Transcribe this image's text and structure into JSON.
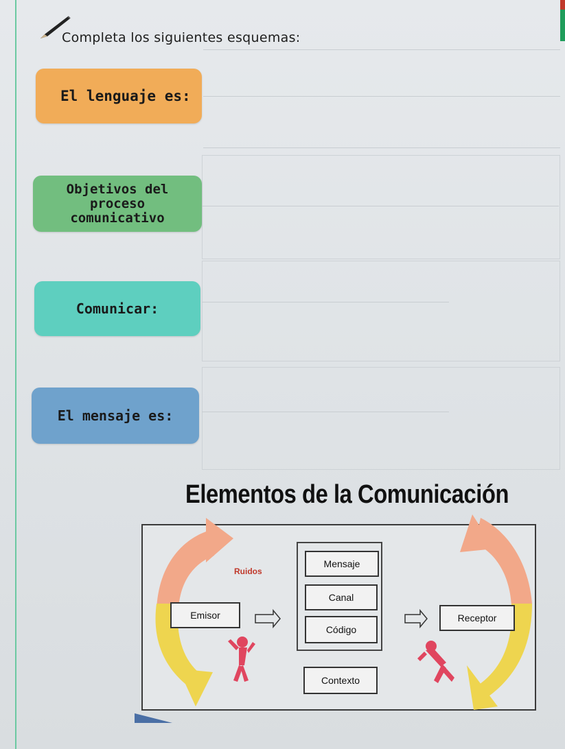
{
  "instruction": "Completa los siguientes esquemas:",
  "schemes": {
    "lenguaje": "El lenguaje es:",
    "objetivos_line1": "Objetivos del",
    "objetivos_line2": "proceso",
    "objetivos_line3": "comunicativo",
    "comunicar": "Comunicar:",
    "mensaje": "El mensaje es:"
  },
  "diagram": {
    "title": "Elementos de la Comunicación",
    "ruidos": "Ruidos",
    "emisor": "Emisor",
    "mensaje": "Mensaje",
    "canal": "Canal",
    "codigo": "Código",
    "contexto": "Contexto",
    "receptor": "Receptor"
  },
  "colors": {
    "orange": "#f1ac58",
    "green": "#72be7f",
    "teal": "#5ecfbf",
    "blue": "#6fa2cc",
    "arrow_salmon": "#f2a889",
    "arrow_yellow": "#eed54f",
    "figure_red": "#e0465f"
  }
}
